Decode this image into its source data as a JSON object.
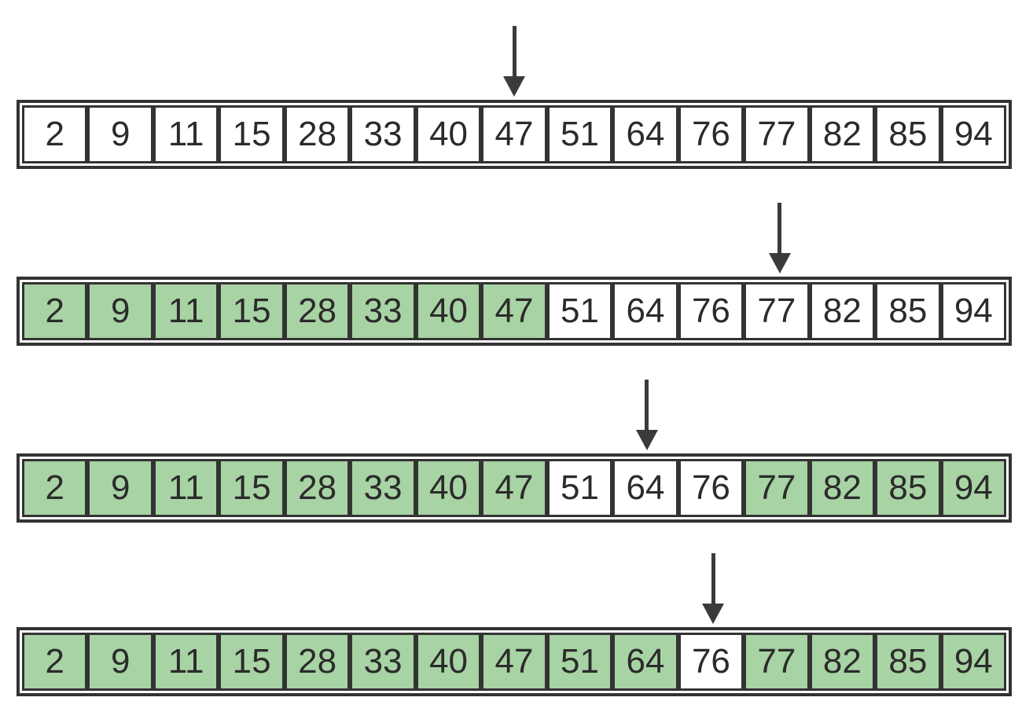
{
  "colors": {
    "highlight_green": "#a8d3a4",
    "cell_white": "#ffffff",
    "border_dark": "#333333",
    "text_dark": "#2b2b2b",
    "arrow_dark": "#3b3b3b",
    "background": "#ffffff"
  },
  "array_values": [
    2,
    9,
    11,
    15,
    28,
    33,
    40,
    47,
    51,
    64,
    76,
    77,
    82,
    85,
    94
  ],
  "steps": [
    {
      "arrow_index": 7,
      "arrow_value": 47,
      "cells": [
        {
          "value": "2",
          "state": "default"
        },
        {
          "value": "9",
          "state": "default"
        },
        {
          "value": "11",
          "state": "default"
        },
        {
          "value": "15",
          "state": "default"
        },
        {
          "value": "28",
          "state": "default"
        },
        {
          "value": "33",
          "state": "default"
        },
        {
          "value": "40",
          "state": "default"
        },
        {
          "value": "47",
          "state": "default"
        },
        {
          "value": "51",
          "state": "default"
        },
        {
          "value": "64",
          "state": "default"
        },
        {
          "value": "76",
          "state": "default"
        },
        {
          "value": "77",
          "state": "default"
        },
        {
          "value": "82",
          "state": "default"
        },
        {
          "value": "85",
          "state": "default"
        },
        {
          "value": "94",
          "state": "default"
        }
      ]
    },
    {
      "arrow_index": 11,
      "arrow_value": 77,
      "cells": [
        {
          "value": "2",
          "state": "highlighted"
        },
        {
          "value": "9",
          "state": "highlighted"
        },
        {
          "value": "11",
          "state": "highlighted"
        },
        {
          "value": "15",
          "state": "highlighted"
        },
        {
          "value": "28",
          "state": "highlighted"
        },
        {
          "value": "33",
          "state": "highlighted"
        },
        {
          "value": "40",
          "state": "highlighted"
        },
        {
          "value": "47",
          "state": "highlighted"
        },
        {
          "value": "51",
          "state": "default"
        },
        {
          "value": "64",
          "state": "default"
        },
        {
          "value": "76",
          "state": "default"
        },
        {
          "value": "77",
          "state": "default"
        },
        {
          "value": "82",
          "state": "default"
        },
        {
          "value": "85",
          "state": "default"
        },
        {
          "value": "94",
          "state": "default"
        }
      ]
    },
    {
      "arrow_index": 9,
      "arrow_value": 64,
      "cells": [
        {
          "value": "2",
          "state": "highlighted"
        },
        {
          "value": "9",
          "state": "highlighted"
        },
        {
          "value": "11",
          "state": "highlighted"
        },
        {
          "value": "15",
          "state": "highlighted"
        },
        {
          "value": "28",
          "state": "highlighted"
        },
        {
          "value": "33",
          "state": "highlighted"
        },
        {
          "value": "40",
          "state": "highlighted"
        },
        {
          "value": "47",
          "state": "highlighted"
        },
        {
          "value": "51",
          "state": "default"
        },
        {
          "value": "64",
          "state": "default"
        },
        {
          "value": "76",
          "state": "default"
        },
        {
          "value": "77",
          "state": "highlighted"
        },
        {
          "value": "82",
          "state": "highlighted"
        },
        {
          "value": "85",
          "state": "highlighted"
        },
        {
          "value": "94",
          "state": "highlighted"
        }
      ]
    },
    {
      "arrow_index": 10,
      "arrow_value": 76,
      "cells": [
        {
          "value": "2",
          "state": "highlighted"
        },
        {
          "value": "9",
          "state": "highlighted"
        },
        {
          "value": "11",
          "state": "highlighted"
        },
        {
          "value": "15",
          "state": "highlighted"
        },
        {
          "value": "28",
          "state": "highlighted"
        },
        {
          "value": "33",
          "state": "highlighted"
        },
        {
          "value": "40",
          "state": "highlighted"
        },
        {
          "value": "47",
          "state": "highlighted"
        },
        {
          "value": "51",
          "state": "highlighted"
        },
        {
          "value": "64",
          "state": "highlighted"
        },
        {
          "value": "76",
          "state": "default"
        },
        {
          "value": "77",
          "state": "highlighted"
        },
        {
          "value": "82",
          "state": "highlighted"
        },
        {
          "value": "85",
          "state": "highlighted"
        },
        {
          "value": "94",
          "state": "highlighted"
        }
      ]
    }
  ]
}
